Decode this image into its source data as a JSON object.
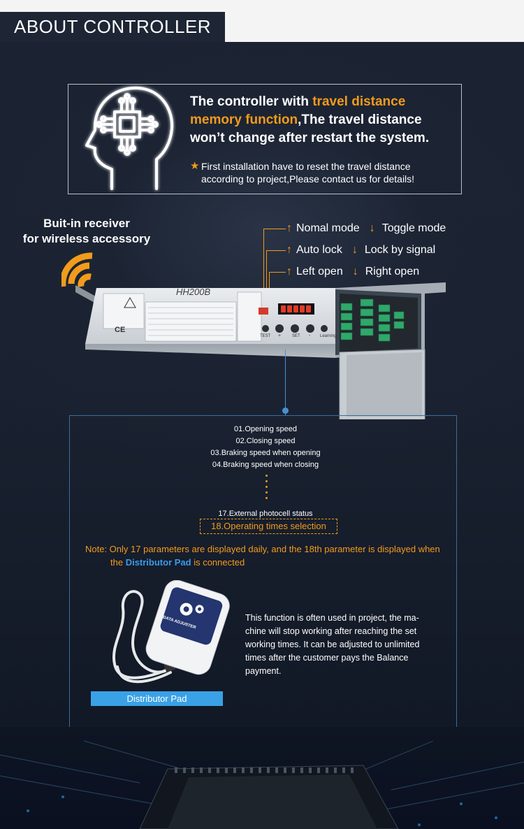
{
  "header": {
    "title": "ABOUT CONTROLLER"
  },
  "memory": {
    "line1_a": "The controller with ",
    "line1_hl": "travel distance",
    "line2_hl": "memory function",
    "line2_b": ",The travel distance",
    "line3": "won’t change after restart the system.",
    "note_line1": "First installation have to reset the travel distance",
    "note_line2": "according to project,Please contact us for details!"
  },
  "receiver": {
    "line1": "Buit-in receiver",
    "line2": "for wireless accessory"
  },
  "dip_switches": [
    {
      "up": "Nomal mode",
      "down": "Toggle mode"
    },
    {
      "up": "Auto lock",
      "down": "Lock by signal"
    },
    {
      "up": "Left open",
      "down": "Right open"
    }
  ],
  "controller": {
    "model": "HH200B",
    "ce": "CE",
    "btn_test": "TEST",
    "btn_plus": "+",
    "btn_set": "SET",
    "btn_minus": "-",
    "btn_learning": "Learning"
  },
  "parameters": [
    "01.Opening speed",
    "02.Closing speed",
    "03.Braking speed when opening",
    "04.Braking speed when closing"
  ],
  "param_17": "17.External photocell status",
  "param_18": "18.Operating times selection",
  "note": {
    "a": "Note: Only 17 parameters are displayed daily, and the 18th parameter is displayed when",
    "b": "the ",
    "blue": "Distributor Pad",
    "c": " is connected"
  },
  "pad": {
    "label": "Distributor Pad",
    "device_text": "DATA ADJUSTER"
  },
  "function_text": [
    "This function is often used in project, the ma-",
    "chine will stop working after reaching the set",
    "working times. It can be adjusted to unlimited",
    "times after the customer pays the Balance",
    "payment."
  ],
  "colors": {
    "accent": "#f29b1c",
    "blue": "#3a9be8",
    "bg": "#1b2231"
  }
}
